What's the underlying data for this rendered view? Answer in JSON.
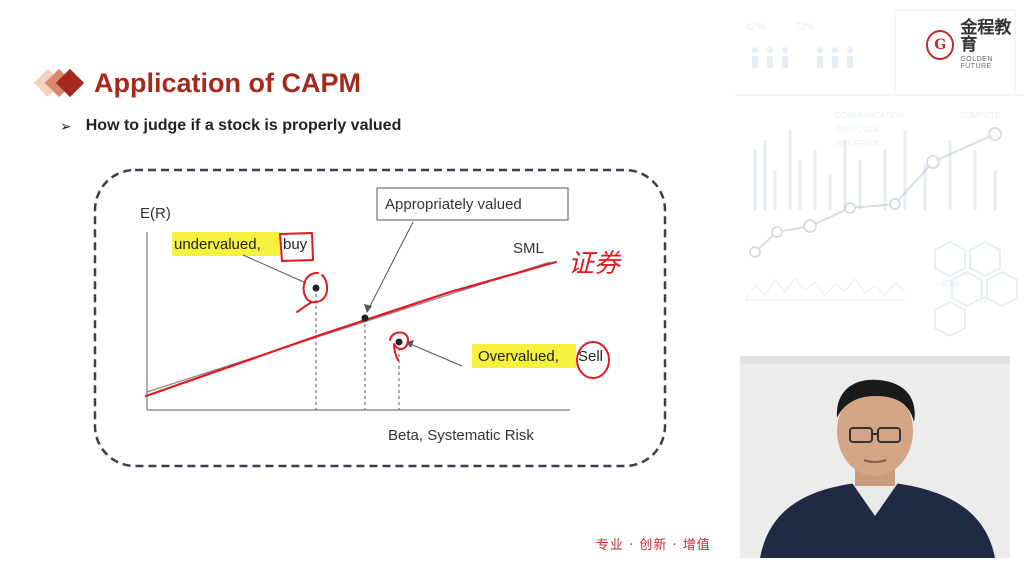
{
  "logo": {
    "cn": "金程教育",
    "en": "GOLDEN FUTURE",
    "mark": "G"
  },
  "slide": {
    "title": "Application of CAPM",
    "bullet": "How to judge if a stock is properly valued"
  },
  "diagram": {
    "y_axis_label": "E(R)",
    "x_axis_label": "Beta, Systematic Risk",
    "line_label": "SML",
    "label_undervalued": "undervalued,",
    "label_buy": "buy",
    "label_appropriate": "Appropriately valued",
    "label_overvalued": "Overvalued,",
    "label_sell": "Sell",
    "handwriting": "证券",
    "colors": {
      "highlight": "#f5ef1c",
      "ink": "#e0191e",
      "frame": "#3a3f4a"
    }
  },
  "bg": {
    "percents": [
      "42%",
      "72%"
    ],
    "labels": [
      "COMMUNICATION",
      "PROTOCOL",
      "INTERFACE",
      "COMPUTE"
    ],
    "hex_percents": [
      "40%",
      "7%"
    ]
  },
  "footer": {
    "slogan": "专业 · 创新 · 增值"
  }
}
